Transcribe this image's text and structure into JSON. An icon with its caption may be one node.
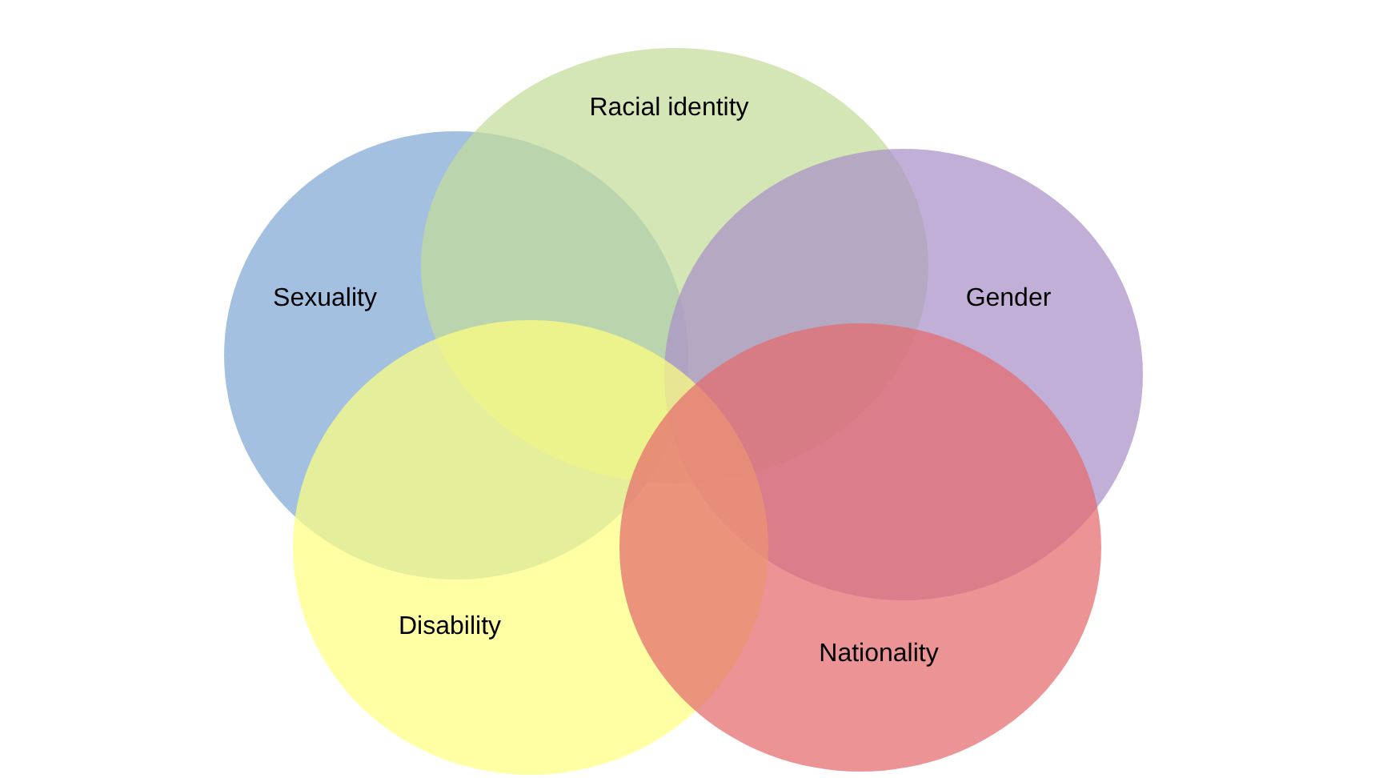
{
  "diagram": {
    "nodes": [
      {
        "text": [
          "Racial identity"
        ]
      },
      {
        "text": [
          "Sexuality"
        ]
      },
      {
        "text": [
          "Gender"
        ]
      },
      {
        "text": [
          "Disability"
        ]
      },
      {
        "text": [
          "Nationality"
        ]
      }
    ]
  }
}
